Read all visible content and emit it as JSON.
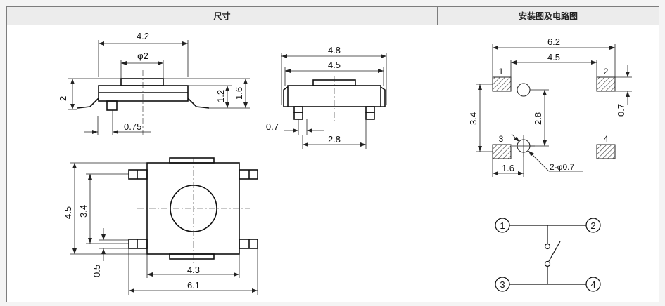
{
  "headers": {
    "dimensions": "尺寸",
    "installation": "安装图及电路图"
  },
  "side_view": {
    "width": "4.2",
    "button_dia": "φ2",
    "height_total": "2",
    "height_body": "1.2",
    "height_pkg": "1.6",
    "lead_pitch": "0.75"
  },
  "front_view": {
    "outer": "4.8",
    "inner": "4.5",
    "lead_w": "0.7",
    "lead_span": "2.8"
  },
  "top_view": {
    "lead_pitch": "3.4",
    "body": "4.5",
    "lead_w": "0.5",
    "body_w": "4.3",
    "overall": "6.1"
  },
  "footprint": {
    "overall": "6.2",
    "pitch": "4.5",
    "vert": "3.4",
    "hole_pitch": "2.8",
    "pad_h": "0.7",
    "pad_w": "1.6",
    "hole": "2-φ0.7",
    "pins": [
      "1",
      "2",
      "3",
      "4"
    ]
  },
  "circuit": {
    "terminals": [
      "1",
      "2",
      "3",
      "4"
    ]
  }
}
